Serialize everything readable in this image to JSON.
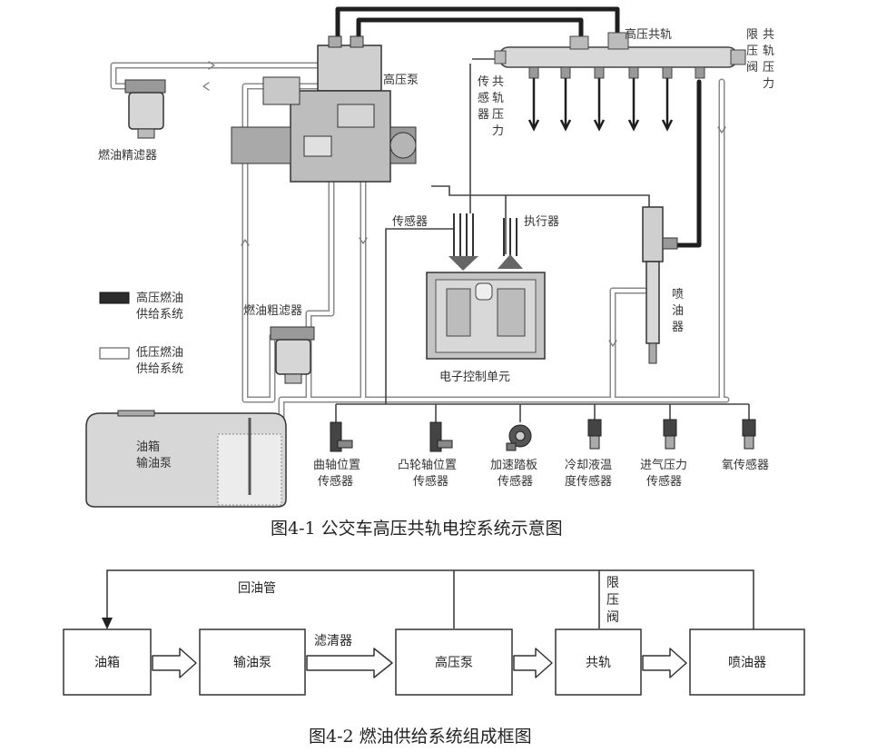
{
  "figure1": {
    "caption": "图4-1  公交车高压共轨电控系统示意图",
    "labels": {
      "rail": "高压共轨",
      "relief_valve": [
        "限",
        "共",
        "压",
        "轨",
        "阀",
        "压",
        "力"
      ],
      "pressure_sensor": [
        "传",
        "共",
        "感",
        "轨",
        "器",
        "压",
        "力"
      ],
      "pump": "高压泵",
      "fine_filter": "燃油精滤器",
      "coarse_filter": "燃油粗滤器",
      "sensor": "传感器",
      "actuator": "执行器",
      "injector": [
        "喷",
        "油",
        "器"
      ],
      "ecu": "电子控制单元",
      "tank_line1": "油箱",
      "tank_line2": "输油泵"
    },
    "legend": [
      {
        "line1": "高压燃油",
        "line2": "供给系统",
        "color": "#2b2b2b"
      },
      {
        "line1": "低压燃油",
        "line2": "供给系统",
        "color": "#ffffff"
      }
    ],
    "sensors": [
      {
        "line1": "曲轴位置",
        "line2": "传感器"
      },
      {
        "line1": "凸轮轴位置",
        "line2": "传感器"
      },
      {
        "line1": "加速踏板",
        "line2": "传感器"
      },
      {
        "line1": "冷却液温",
        "line2": "度传感器"
      },
      {
        "line1": "进气压力",
        "line2": "传感器"
      },
      {
        "line1": "氧传感器",
        "line2": ""
      }
    ]
  },
  "figure2": {
    "caption": "图4-2  燃油供给系统组成框图",
    "return_pipe": "回油管",
    "filter": "滤清器",
    "relief": [
      "限",
      "压",
      "阀"
    ],
    "boxes": [
      "油箱",
      "输油泵",
      "高压泵",
      "共轨",
      "喷油器"
    ]
  }
}
